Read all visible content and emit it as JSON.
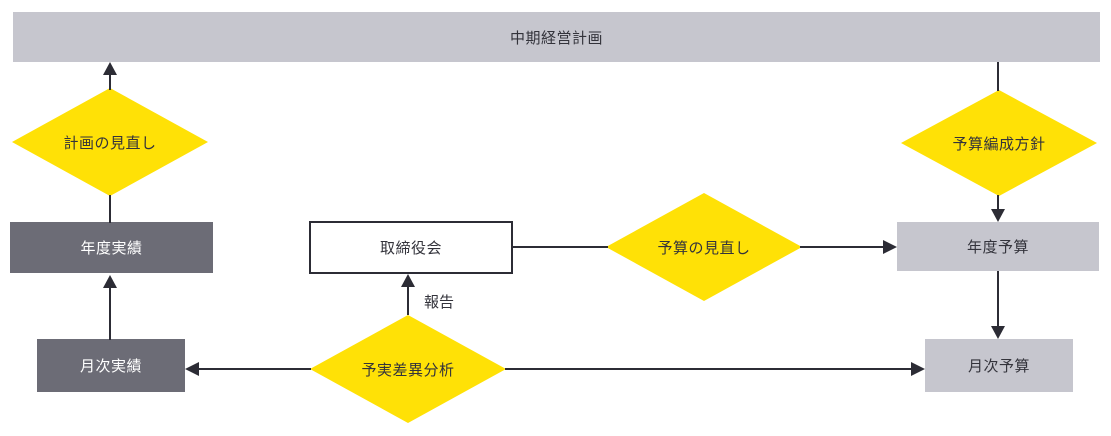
{
  "diagram": {
    "type": "flowchart",
    "language": "ja",
    "nodes": {
      "mid_term_plan": {
        "label": "中期経営計画",
        "shape": "banner"
      },
      "plan_review": {
        "label": "計画の見直し",
        "shape": "decision"
      },
      "budget_policy": {
        "label": "予算編成方針",
        "shape": "decision"
      },
      "annual_results": {
        "label": "年度実績",
        "shape": "process-dark"
      },
      "board_meeting": {
        "label": "取締役会",
        "shape": "process-outline"
      },
      "budget_review": {
        "label": "予算の見直し",
        "shape": "decision"
      },
      "annual_budget": {
        "label": "年度予算",
        "shape": "process-light"
      },
      "monthly_results": {
        "label": "月次実績",
        "shape": "process-dark"
      },
      "variance_analysis": {
        "label": "予実差異分析",
        "shape": "decision"
      },
      "monthly_budget": {
        "label": "月次予算",
        "shape": "process-light"
      }
    },
    "edge_labels": {
      "report": "報告"
    },
    "edges": [
      {
        "from": "plan_review",
        "to": "mid_term_plan",
        "arrow": true
      },
      {
        "from": "plan_review",
        "to": "annual_results",
        "arrow": false
      },
      {
        "from": "monthly_results",
        "to": "annual_results",
        "arrow": true
      },
      {
        "from": "mid_term_plan",
        "to": "budget_policy",
        "arrow": false
      },
      {
        "from": "budget_policy",
        "to": "annual_budget",
        "arrow": true
      },
      {
        "from": "board_meeting",
        "to": "budget_review",
        "arrow": false
      },
      {
        "from": "budget_review",
        "to": "annual_budget",
        "arrow": true
      },
      {
        "from": "annual_budget",
        "to": "monthly_budget",
        "arrow": true
      },
      {
        "from": "variance_analysis",
        "to": "monthly_budget",
        "arrow": true
      },
      {
        "from": "variance_analysis",
        "to": "monthly_results",
        "arrow": true
      },
      {
        "from": "variance_analysis",
        "to": "board_meeting",
        "arrow": true,
        "label": "報告"
      }
    ],
    "colors": {
      "decision_fill": "#FFE106",
      "banner_fill": "#C6C6CE",
      "light_fill": "#C6C6CE",
      "dark_fill": "#6C6C76",
      "line": "#2C2C35",
      "text_dark": "#33333B",
      "text_light": "#FFFFFF",
      "background": "#FFFFFF"
    }
  }
}
